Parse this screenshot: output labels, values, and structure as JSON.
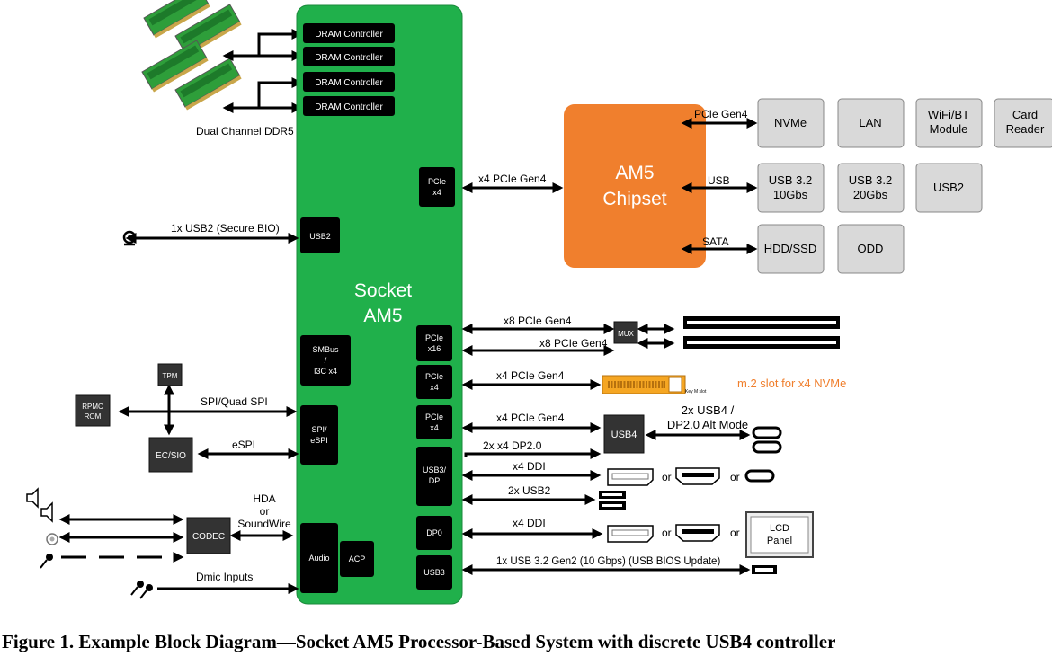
{
  "caption": "Figure 1. Example Block Diagram—Socket AM5 Processor-Based System with discrete USB4 controller",
  "socket": {
    "line1": "Socket",
    "line2": "AM5"
  },
  "chipset": {
    "line1": "AM5",
    "line2": "Chipset"
  },
  "dram_controllers": [
    "DRAM Controller",
    "DRAM Controller",
    "DRAM Controller",
    "DRAM Controller"
  ],
  "memory_label": "Dual Channel DDR5",
  "cpu_blocks": {
    "pcie_x4_chipset": [
      "PCIe",
      "x4"
    ],
    "usb2": "USB2",
    "smbus": [
      "SMBus",
      "/",
      "I3C x4"
    ],
    "pcie_x16": [
      "PCIe",
      "x16"
    ],
    "pcie_x4_m2": [
      "PCIe",
      "x4"
    ],
    "pcie_x4_usb4": [
      "PCIe",
      "x4"
    ],
    "spi": [
      "SPI/",
      "eSPI"
    ],
    "usb3_dp": [
      "USB3/",
      "DP"
    ],
    "dp0": "DP0",
    "audio": "Audio",
    "acp": "ACP",
    "usb3": "USB3"
  },
  "links": {
    "x4_pcie_gen4_chipset": "x4 PCIe Gen4",
    "usb2_secure": "1x USB2 (Secure BIO)",
    "pcie_gen4_nvme": "PCIe Gen4",
    "usb": "USB",
    "sata": "SATA",
    "x8_a": "x8 PCIe Gen4",
    "x8_b": "x8 PCIe Gen4",
    "x4_m2": "x4 PCIe Gen4",
    "x4_usb4": "x4 PCIe Gen4",
    "spi_quad": "SPI/Quad SPI",
    "espi": "eSPI",
    "dp20": "2x x4 DP2.0",
    "x4_ddi_a": "x4 DDI",
    "usb2x2": "2x USB2",
    "x4_ddi_b": "x4 DDI",
    "hda": [
      "HDA",
      "or",
      "SoundWire"
    ],
    "dmic": "Dmic Inputs",
    "usb32": "1x USB 3.2 Gen2 (10 Gbps) (USB BIOS Update)"
  },
  "chipset_devices": [
    [
      "NVMe"
    ],
    [
      "LAN"
    ],
    [
      "WiFi/BT",
      "Module"
    ],
    [
      "Card",
      "Reader"
    ],
    [
      "USB 3.2",
      "10Gbs"
    ],
    [
      "USB 3.2",
      "20Gbs"
    ],
    [
      "USB2"
    ],
    [
      "HDD/SSD"
    ],
    [
      "ODD"
    ]
  ],
  "chips": {
    "mux": "MUX",
    "usb4": "USB4",
    "tpm": "TPM",
    "rpmc": [
      "RPMC",
      "ROM"
    ],
    "ec": "EC/SIO",
    "codec": "CODEC"
  },
  "usb4_label": [
    "2x USB4 /",
    "DP2.0 Alt Mode"
  ],
  "m2_label": "m.2 slot for x4 NVMe",
  "m2_small": "Key M slot",
  "or_labels": [
    "or",
    "or",
    "or",
    "or"
  ],
  "lcd": [
    "LCD",
    "Panel"
  ],
  "colors": {
    "socket": "#20b04b",
    "chipset": "#f07f2d",
    "device": "#d9d9d9",
    "m2_text": "#f07f2d"
  }
}
